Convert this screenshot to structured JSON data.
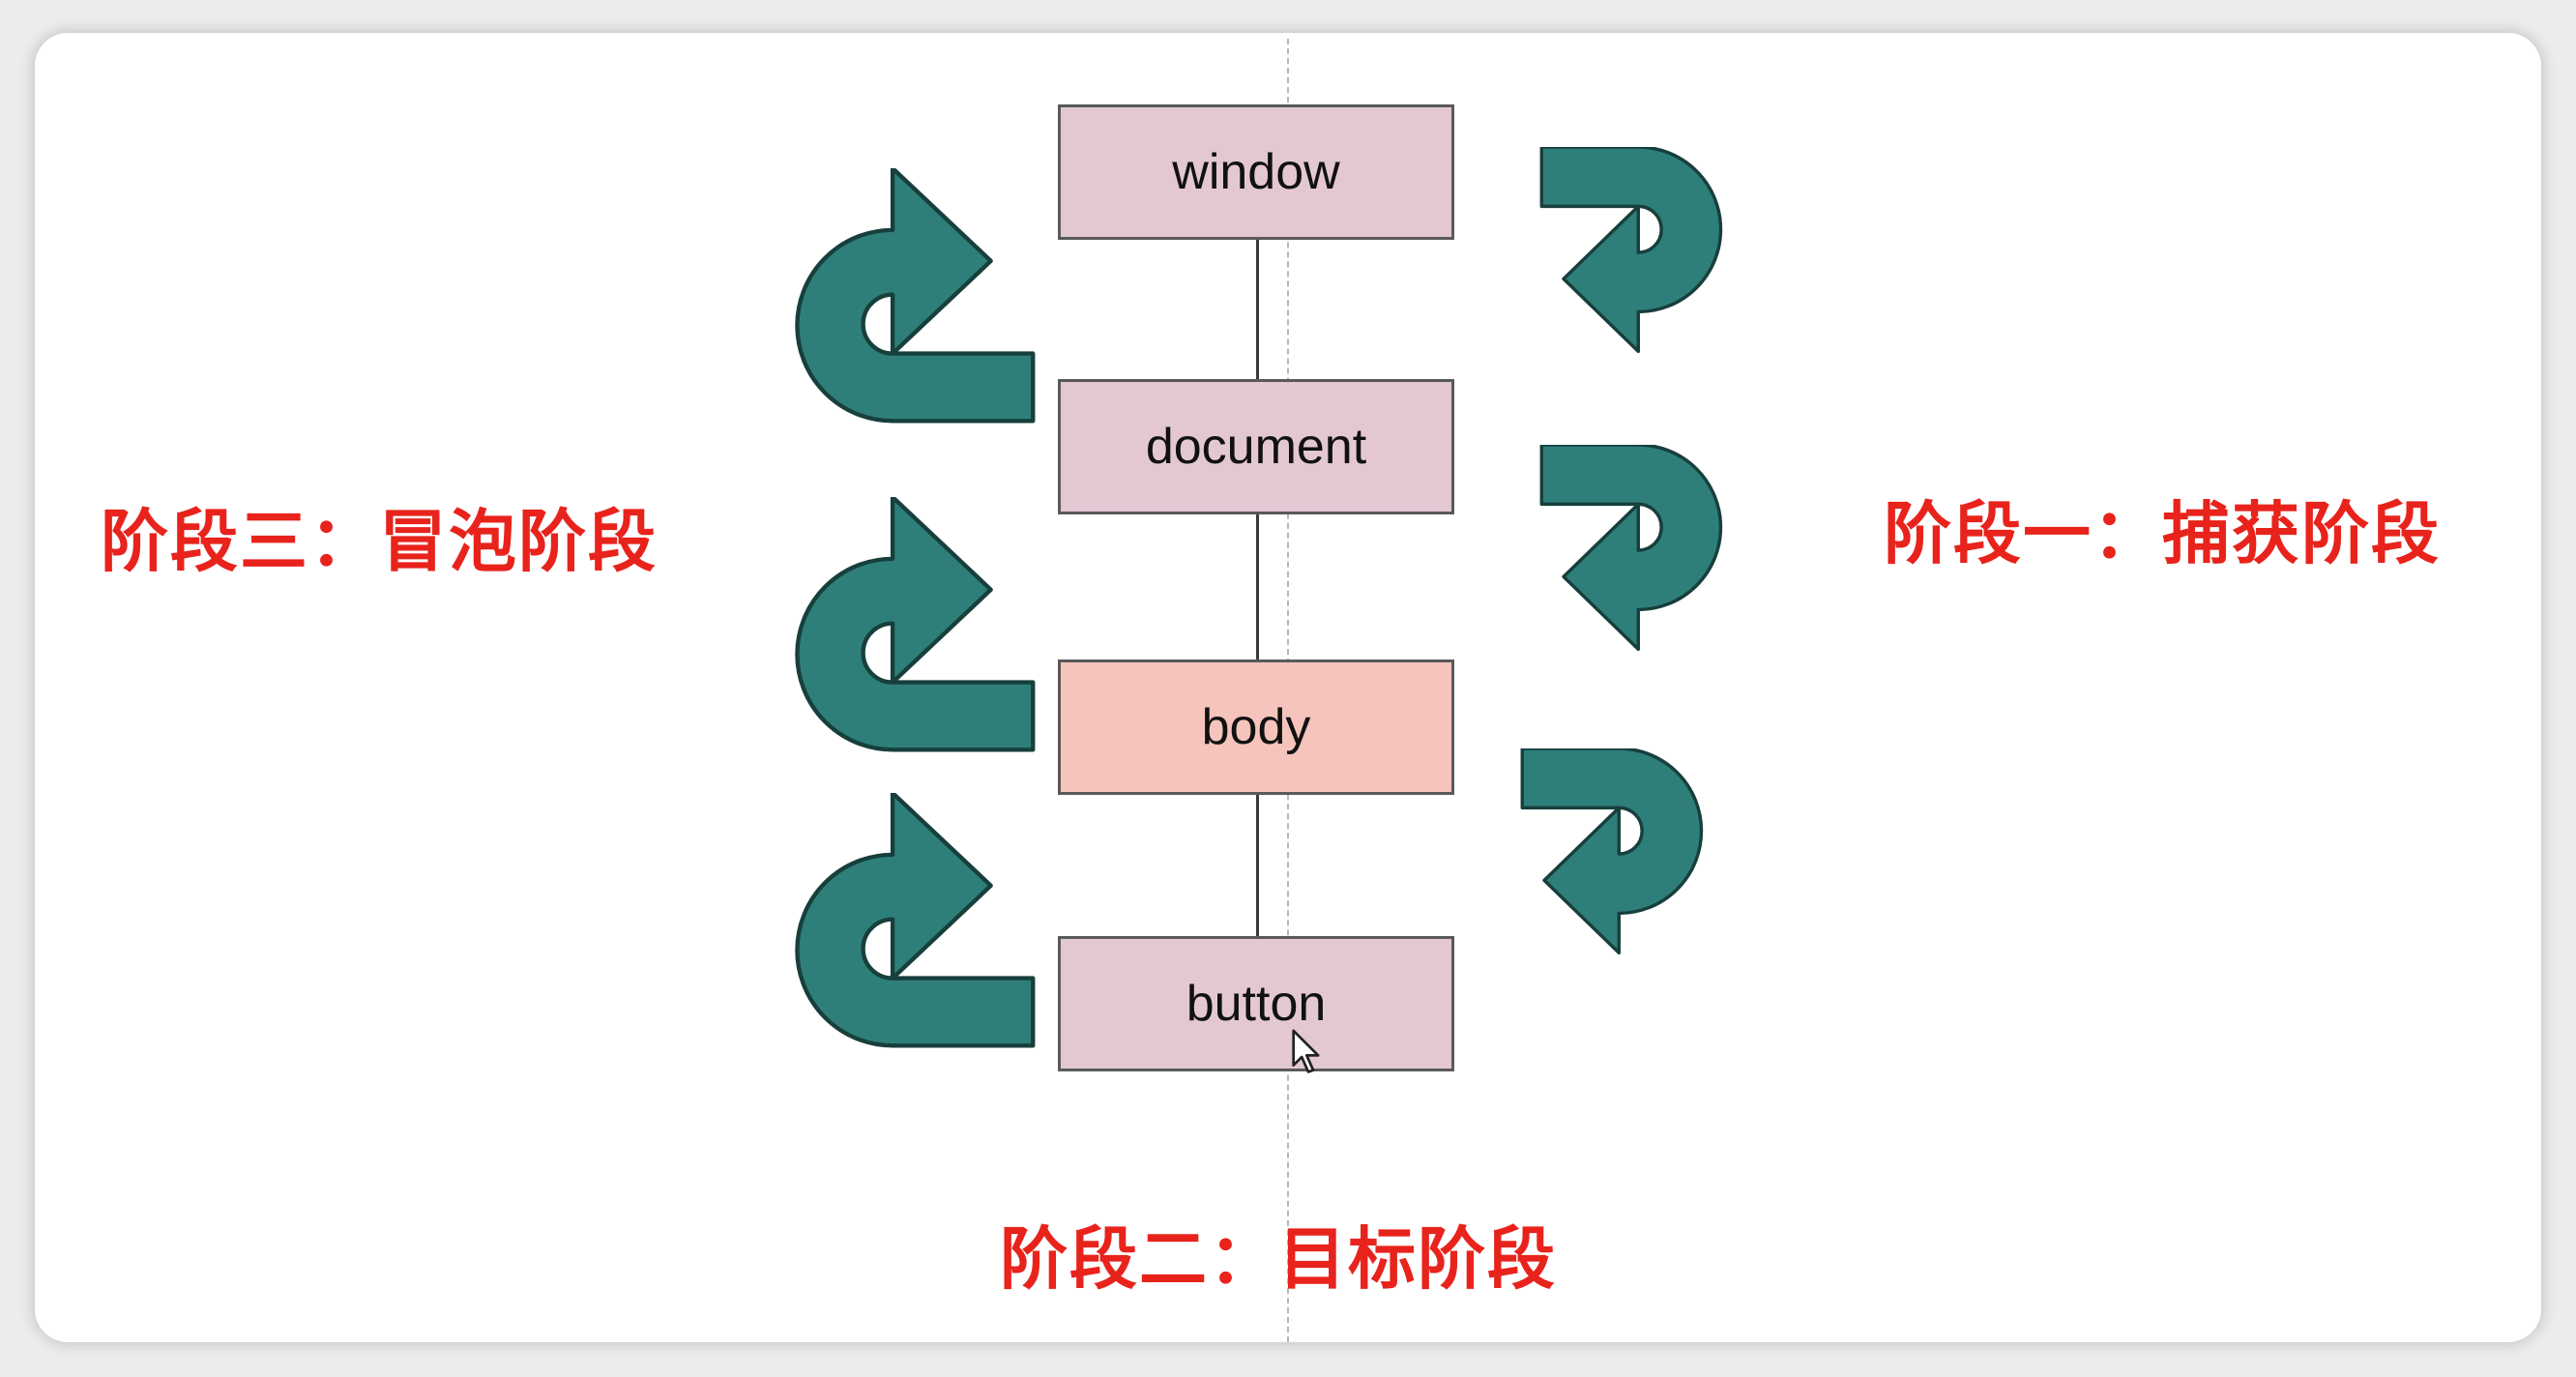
{
  "colors": {
    "arrow_fill": "#2e7f7a",
    "arrow_stroke": "#173f3c",
    "node_fill": "#e3c8d4",
    "node_highlight_fill": "#f5c4bc",
    "label_color": "#e8231c"
  },
  "nodes": {
    "window": "window",
    "document": "document",
    "body": "body",
    "button": "button"
  },
  "phases": {
    "capture": "阶段一：捕获阶段",
    "target": "阶段二：目标阶段",
    "bubble": "阶段三：冒泡阶段"
  },
  "icons": {
    "capture_arrows": "curved-arrow-down-icon",
    "bubble_arrows": "curved-arrow-up-icon",
    "cursor": "mouse-pointer-icon"
  }
}
